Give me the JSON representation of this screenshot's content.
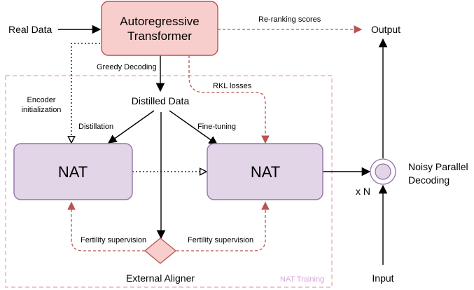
{
  "nodes": {
    "ar_line1": "Autoregressive",
    "ar_line2": "Transformer",
    "real_data": "Real Data",
    "output": "Output",
    "distilled_data": "Distilled Data",
    "nat_left": "NAT",
    "nat_right": "NAT",
    "external_aligner": "External Aligner",
    "input": "Input",
    "npd_line1": "Noisy Parallel",
    "npd_line2": "Decoding"
  },
  "edges": {
    "reranking": "Re-ranking scores",
    "greedy": "Greedy Decoding",
    "rkl": "RKL losses",
    "encoder_init_1": "Encoder",
    "encoder_init_2": "initialization",
    "distillation": "Distillation",
    "finetuning": "Fine-tuning",
    "fertility_left": "Fertility supervision",
    "fertility_right": "Fertility supervision",
    "xn": "x N"
  },
  "region_label": "NAT Training",
  "colors": {
    "ar_fill": "#f8cecc",
    "ar_stroke": "#b85450",
    "nat_fill": "#e1d5e7",
    "nat_stroke": "#9673a6",
    "red_edge": "#b85450",
    "region_stroke": "#eaa0b0"
  }
}
